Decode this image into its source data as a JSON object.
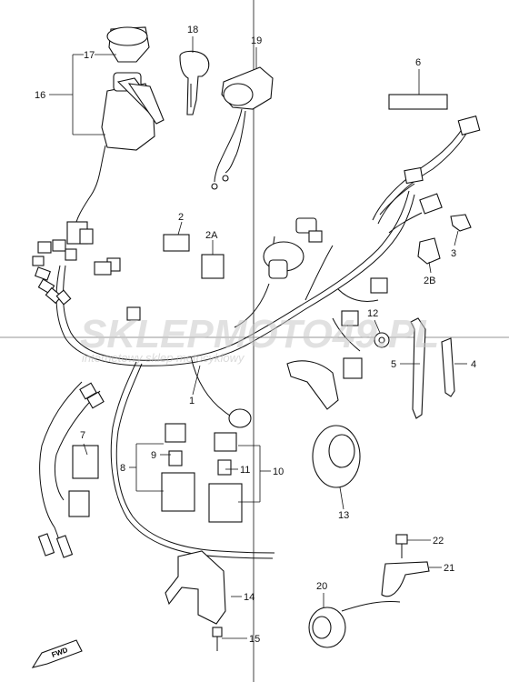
{
  "diagram": {
    "callouts": [
      {
        "id": "1",
        "label": "1"
      },
      {
        "id": "2",
        "label": "2"
      },
      {
        "id": "2A",
        "label": "2A"
      },
      {
        "id": "2B",
        "label": "2B"
      },
      {
        "id": "3",
        "label": "3"
      },
      {
        "id": "4",
        "label": "4"
      },
      {
        "id": "5",
        "label": "5"
      },
      {
        "id": "6",
        "label": "6"
      },
      {
        "id": "7",
        "label": "7"
      },
      {
        "id": "8",
        "label": "8"
      },
      {
        "id": "9",
        "label": "9"
      },
      {
        "id": "10",
        "label": "10"
      },
      {
        "id": "11",
        "label": "11"
      },
      {
        "id": "12",
        "label": "12"
      },
      {
        "id": "13",
        "label": "13"
      },
      {
        "id": "14",
        "label": "14"
      },
      {
        "id": "15",
        "label": "15"
      },
      {
        "id": "16",
        "label": "16"
      },
      {
        "id": "17",
        "label": "17"
      },
      {
        "id": "18",
        "label": "18"
      },
      {
        "id": "19",
        "label": "19"
      },
      {
        "id": "20",
        "label": "20"
      },
      {
        "id": "21",
        "label": "21"
      },
      {
        "id": "22",
        "label": "22"
      }
    ],
    "direction_marker": "FWD"
  },
  "watermark": {
    "brand": "SKLEPMOTO49.PL",
    "tagline": "internetowy sklep motocyklowy",
    "colors": {
      "brand_a": "#c9c9c9",
      "brand_b": "#f2b0b0"
    }
  }
}
